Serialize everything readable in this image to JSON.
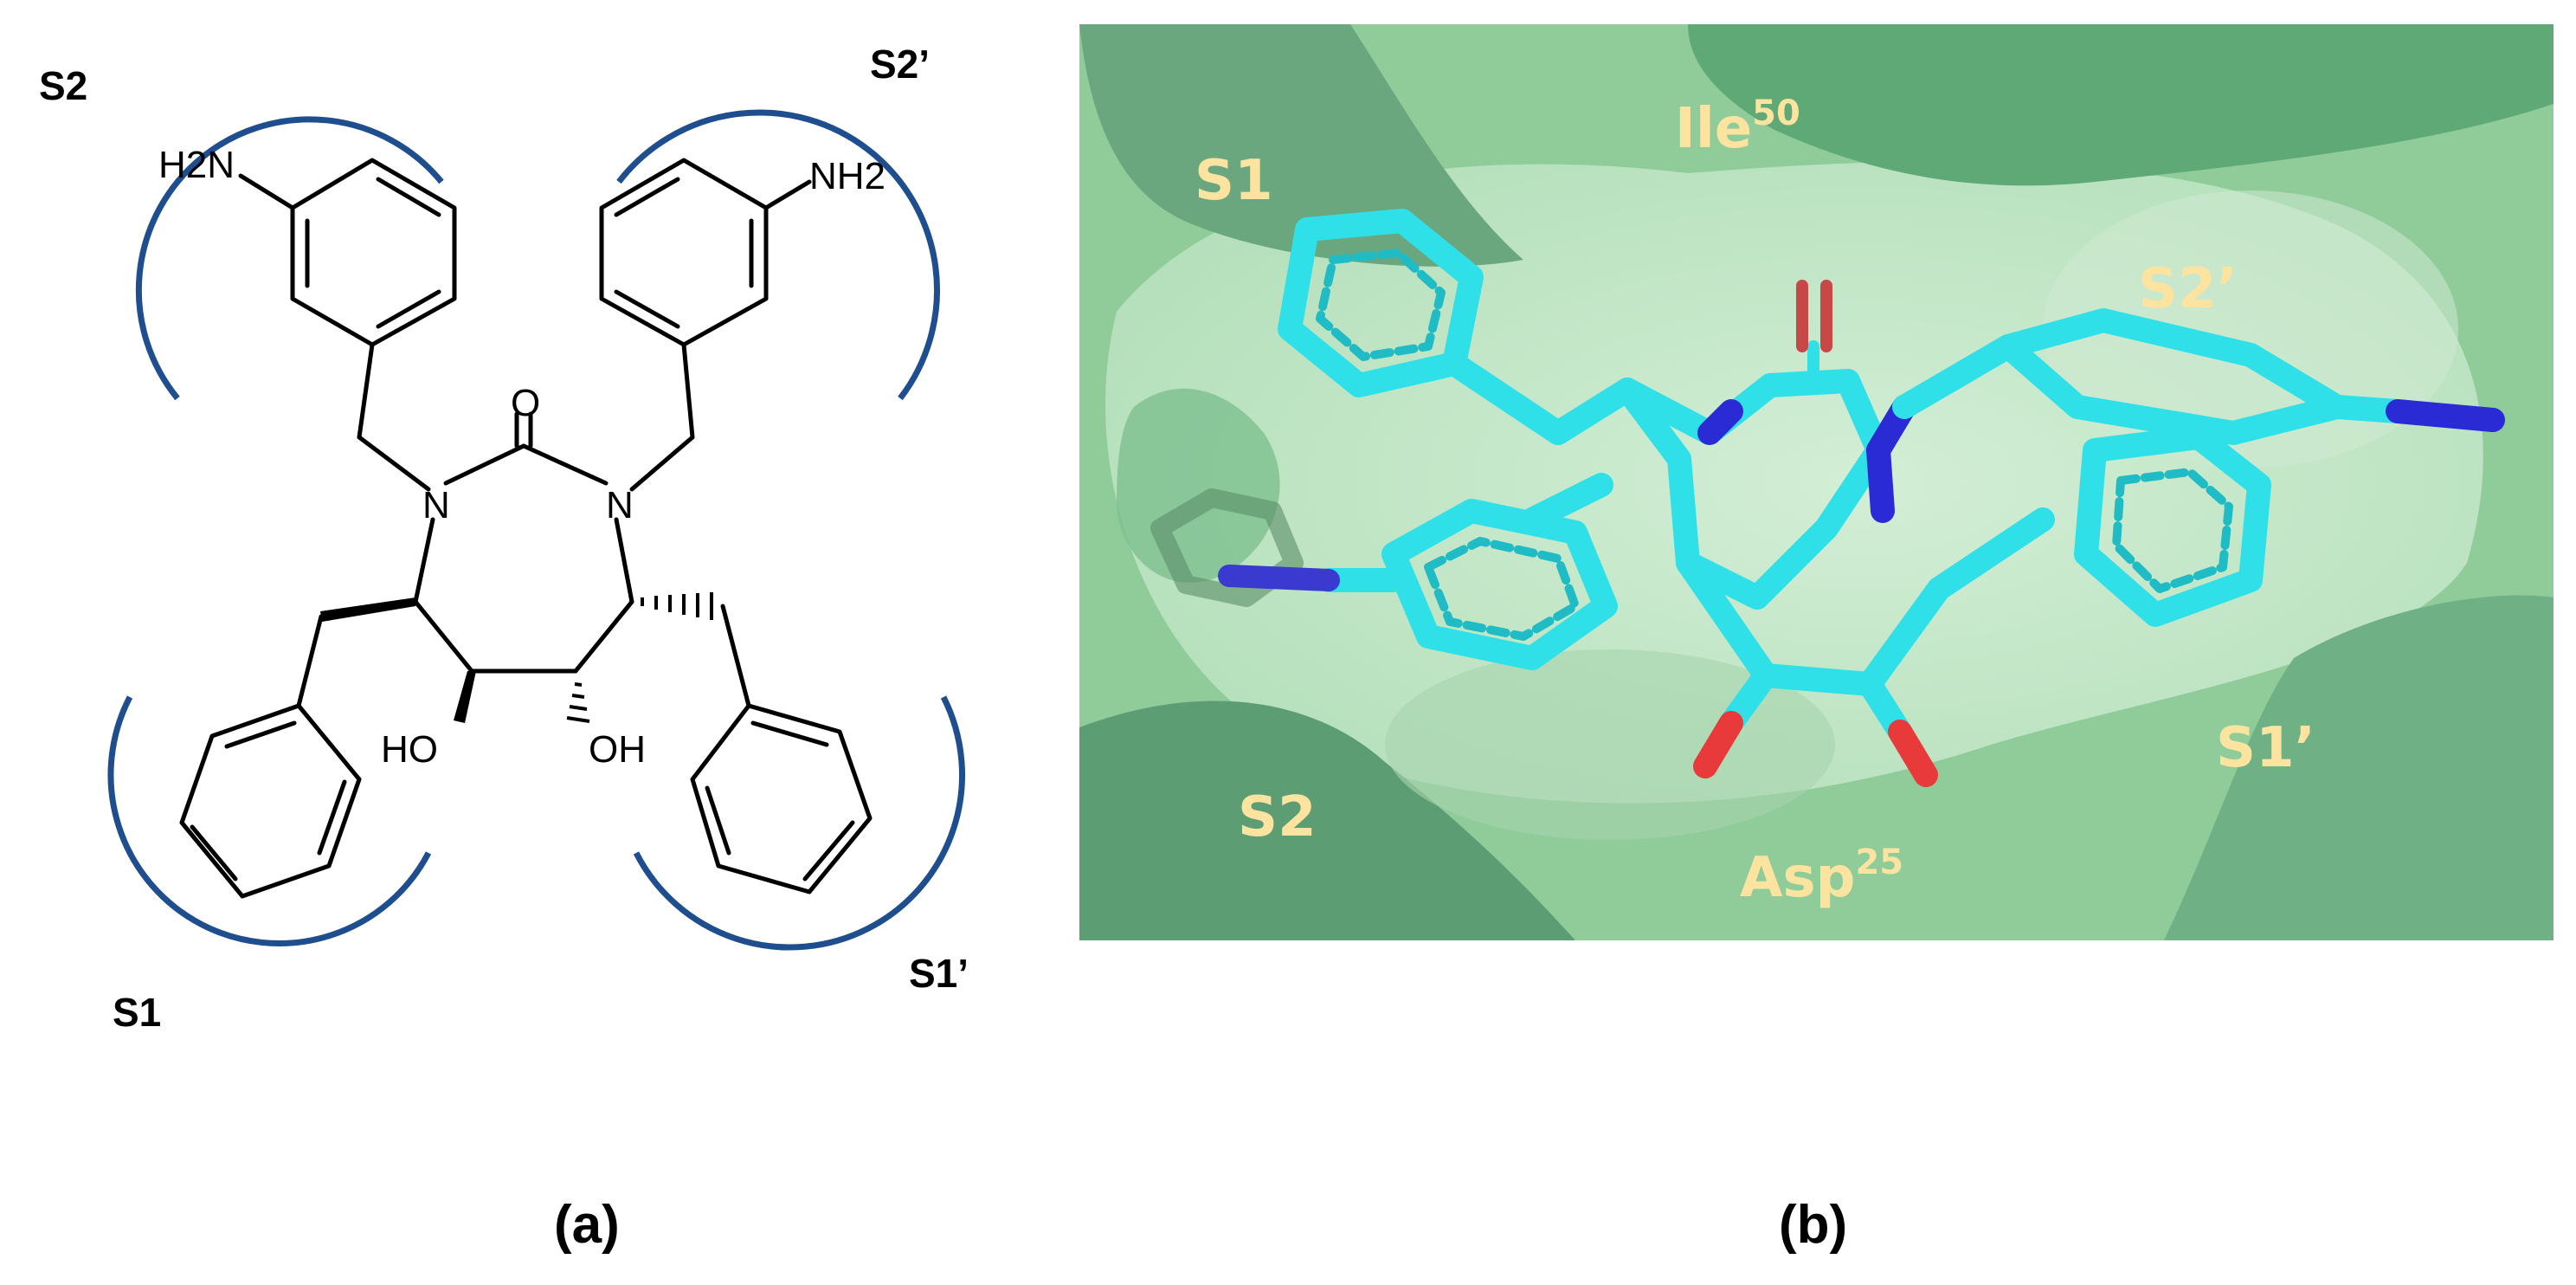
{
  "panel_a": {
    "caption": "(a)",
    "pocket_labels": {
      "s2": "S2",
      "s2_prime": "S2’",
      "s1": "S1",
      "s1_prime": "S1’"
    },
    "atoms": {
      "nh2_left": "H2N",
      "nh2_right": "NH2",
      "n_left": "N",
      "n_right": "N",
      "o_carbonyl": "O",
      "oh_left": "HO",
      "oh_right": "OH"
    },
    "arc_color": "#1f4e8f"
  },
  "panel_b": {
    "caption": "(b)",
    "pocket_labels": {
      "s1": "S1",
      "s2": "S2",
      "s2_prime": "S2’",
      "s1_prime": "S1’",
      "ile_base": "Ile",
      "ile_sup": "50",
      "asp_base": "Asp",
      "asp_sup": "25"
    },
    "label_color": "#fde3a0",
    "surface_color": "#8fcc9a",
    "carbon_color": "#2fe0e8",
    "nitrogen_color": "#2b2bd6",
    "oxygen_color": "#e83a3a"
  }
}
